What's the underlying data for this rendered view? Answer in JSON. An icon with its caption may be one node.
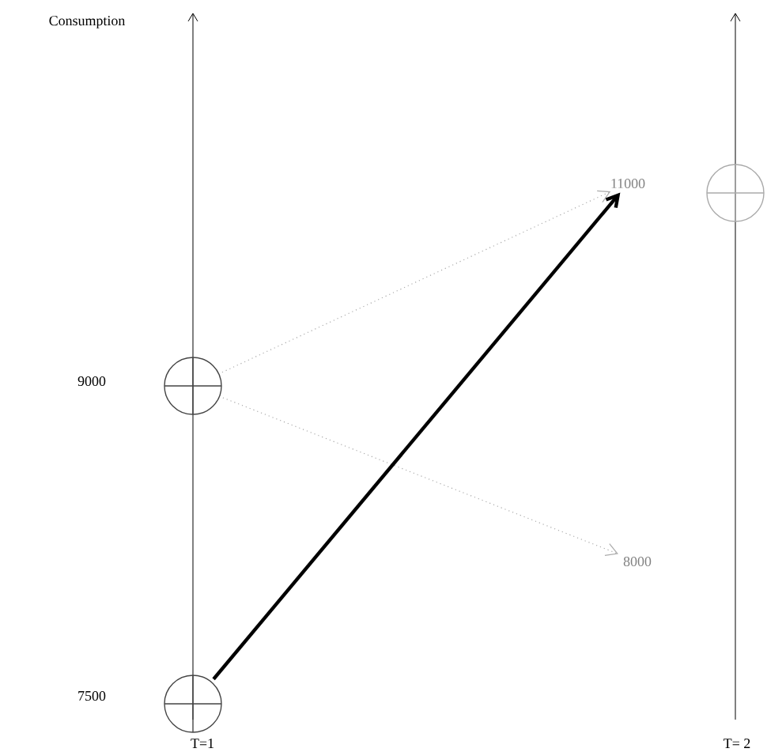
{
  "diagram": {
    "nodes": [
      {
        "text": [],
        "shape": "circle"
      },
      {
        "text": [],
        "shape": "circle"
      },
      {
        "text": [],
        "shape": "circle"
      },
      {
        "text": [
          "11000"
        ]
      },
      {
        "text": [
          "8000"
        ]
      }
    ],
    "edges": [
      {
        "from": 0,
        "to": 3,
        "arrow": "to",
        "style": "dashed",
        "color": "#aaaaaa"
      },
      {
        "from": 0,
        "to": 4,
        "arrow": "to",
        "style": "dashed",
        "color": "#aaaaaa"
      },
      {
        "from": 1,
        "to": 3,
        "arrow": "to",
        "style": "thick",
        "color": "#000000"
      }
    ],
    "labels": [
      "Consumption",
      "9000",
      "7500",
      "T=1",
      "T= 2"
    ]
  }
}
